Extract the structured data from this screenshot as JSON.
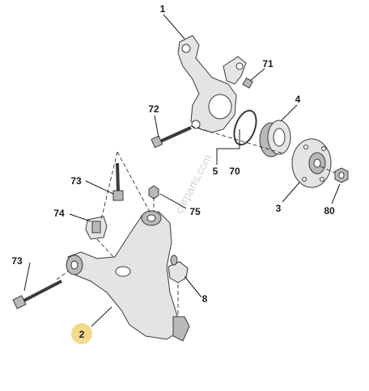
{
  "labels": {
    "l1": "1",
    "l71": "71",
    "l72": "72",
    "l4": "4",
    "l5": "5",
    "l70": "70",
    "l73a": "73",
    "l75": "75",
    "l74": "74",
    "l3": "3",
    "l80": "80",
    "l73b": "73",
    "l8": "8",
    "l2": "2"
  },
  "watermark": "carparts.com",
  "colors": {
    "highlight": "#f5d98a",
    "part_fill": "#e4e4e4",
    "outline": "#3a3a3a"
  }
}
